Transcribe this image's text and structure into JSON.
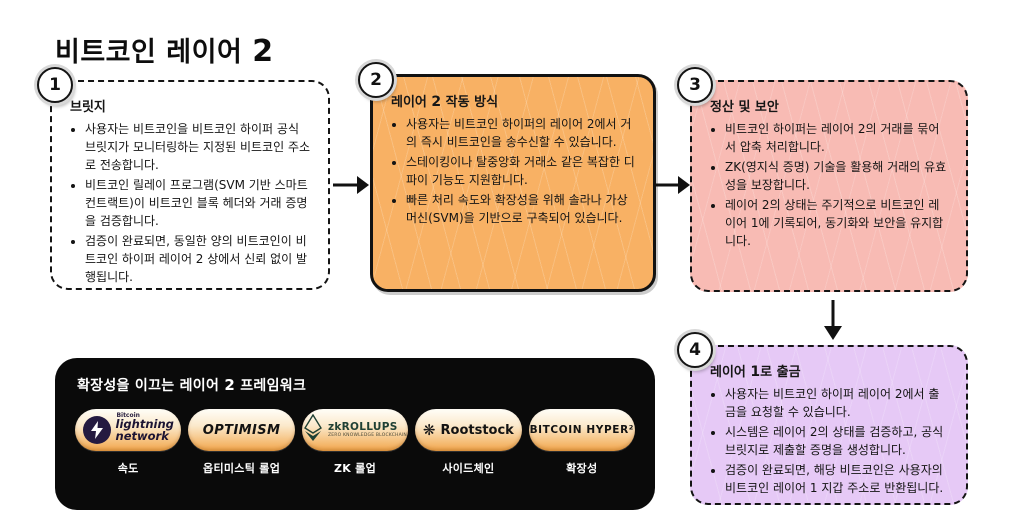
{
  "title": {
    "pre": "비트코인 레이어 ",
    "num": "2"
  },
  "steps": [
    {
      "number": "1",
      "heading_pre": "브릿지",
      "heading_num": "",
      "heading_post": "",
      "bullets": [
        "사용자는 비트코인을 비트코인 하이퍼 공식 브릿지가 모니터링하는 지정된 비트코인 주소로 전송합니다.",
        "비트코인 릴레이 프로그램(SVM 기반 스마트 컨트랙트)이 비트코인 블록 헤더와 거래 증명을 검증합니다.",
        "검증이 완료되면, 동일한 양의 비트코인이 비트코인 하이퍼 레이어 2 상에서 신뢰 없이 발행됩니다."
      ]
    },
    {
      "number": "2",
      "heading_pre": "레이어 ",
      "heading_num": "2",
      "heading_post": " 작동 방식",
      "bullets": [
        "사용자는 비트코인 하이퍼의 레이어 2에서 거의 즉시 비트코인을 송수신할 수 있습니다.",
        "스테이킹이나 탈중앙화 거래소 같은 복잡한 디파이 기능도 지원합니다.",
        "빠른 처리 속도와 확장성을 위해 솔라나 가상머신(SVM)을 기반으로 구축되어 있습니다."
      ]
    },
    {
      "number": "3",
      "heading_pre": "정산 및 보안",
      "heading_num": "",
      "heading_post": "",
      "bullets": [
        "비트코인 하이퍼는 레이어 2의 거래를 묶어서 압축 처리합니다.",
        "ZK(영지식 증명) 기술을 활용해 거래의 유효성을 보장합니다.",
        "레이어 2의 상태는 주기적으로 비트코인 레이어 1에 기록되어, 동기화와 보안을 유지합니다."
      ]
    },
    {
      "number": "4",
      "heading_pre": "레이어 ",
      "heading_num": "1",
      "heading_post": "로 출금",
      "bullets": [
        "사용자는 비트코인 하이퍼 레이어 2에서 출금을 요청할 수 있습니다.",
        "시스템은 레이어 2의 상태를 검증하고, 공식 브릿지로 제출할 증명을 생성합니다.",
        "검증이 완료되면, 해당 비트코인은 사용자의 비트코인 레이어 1 지갑 주소로 반환됩니다."
      ]
    }
  ],
  "banner": {
    "title_pre": "확장성을 이끄는 레이어 ",
    "title_num": "2",
    "title_post": " 프레임워크",
    "frameworks": [
      {
        "logo_top": "Bitcoin",
        "logo_line1": "lightning",
        "logo_line2": "network",
        "label": "속도"
      },
      {
        "logo": "OPTIMISM",
        "label": "옵티미스틱 롤업"
      },
      {
        "logo": "zkROLLUPS",
        "logo_sub": "ZERO KNOWLEDGE BLOCKCHAIN",
        "label": "ZK 롤업"
      },
      {
        "logo": "Rootstock",
        "label": "사이드체인"
      },
      {
        "logo": "BITCOIN HYPER²",
        "label": "확장성"
      }
    ]
  },
  "icons": {
    "rootstock_flower": "❋"
  },
  "colors": {
    "step2_bg": "#F8B164",
    "step3_bg": "#F8BBB4",
    "step4_bg": "#E6C9F6",
    "banner_bg": "#0A0A0A",
    "pill_gradient_top": "#FFFEF8",
    "pill_gradient_bottom": "#F2A64B",
    "lightning_circle": "#241A40",
    "zk_green": "#1F4034",
    "border_black": "#141414"
  }
}
